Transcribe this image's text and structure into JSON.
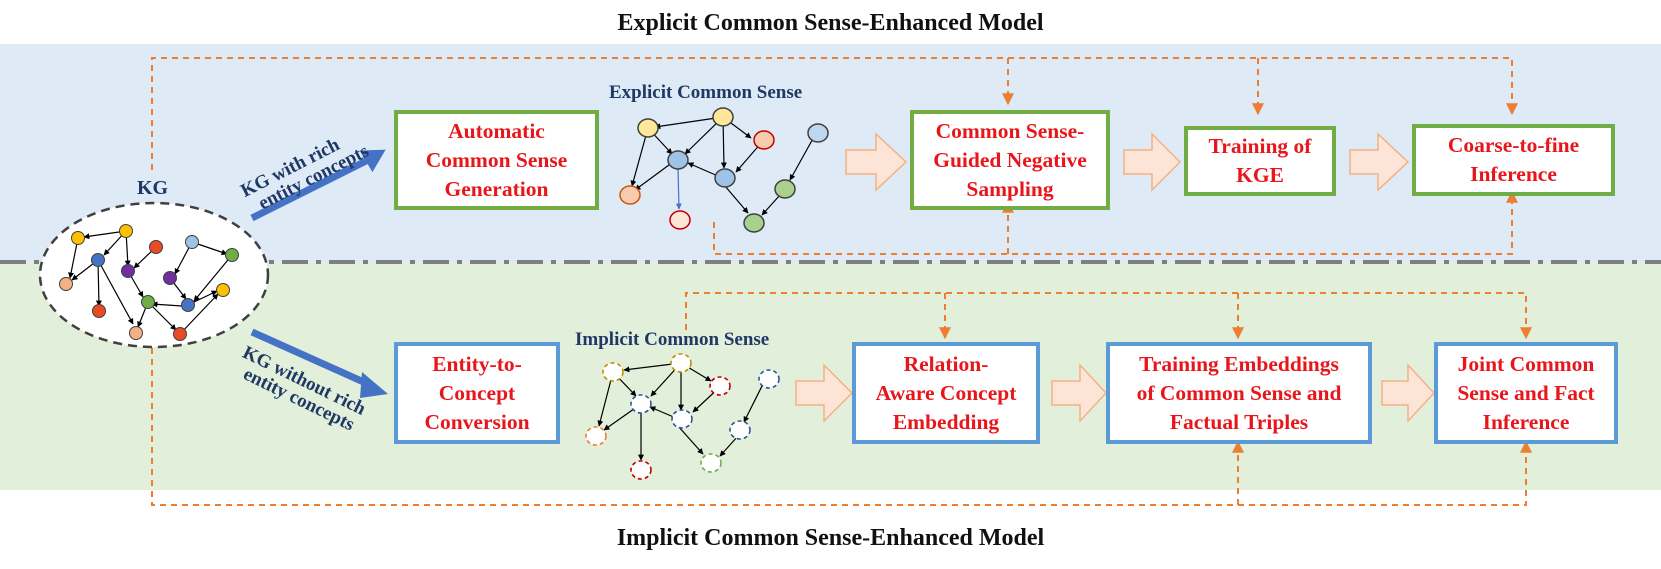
{
  "diagram": {
    "top_title": "Explicit Common Sense-Enhanced Model",
    "bottom_title": "Implicit Common Sense-Enhanced Model",
    "kg_label": "KG",
    "explicit_arrow_label": [
      "KG with rich",
      "entity concepts"
    ],
    "implicit_arrow_label": [
      "KG without rich",
      "entity concepts"
    ],
    "explicit_graph_label": "Explicit Common Sense",
    "implicit_graph_label": "Implicit Common Sense",
    "explicit_steps": [
      "Automatic\nCommon Sense\nGeneration",
      "Common Sense-\nGuided Negative\nSampling",
      "Training of\nKGE",
      "Coarse-to-fine\nInference"
    ],
    "implicit_steps": [
      "Entity-to-\nConcept\nConversion",
      "Relation-\nAware Concept\nEmbedding",
      "Training Embeddings\nof Common Sense and\nFactual Triples",
      "Joint Common\nSense and Fact\nInference"
    ],
    "colors": {
      "explicit_bg": "#deebf7",
      "implicit_bg": "#e2efda",
      "explicit_border": "#70ad47",
      "implicit_border": "#5b9bd5",
      "step_text": "#e8161b",
      "dashed_link": "#ed7d31",
      "flow_arrow_fill": "#fce4d6",
      "kg_arrow": "#4472c4"
    }
  }
}
